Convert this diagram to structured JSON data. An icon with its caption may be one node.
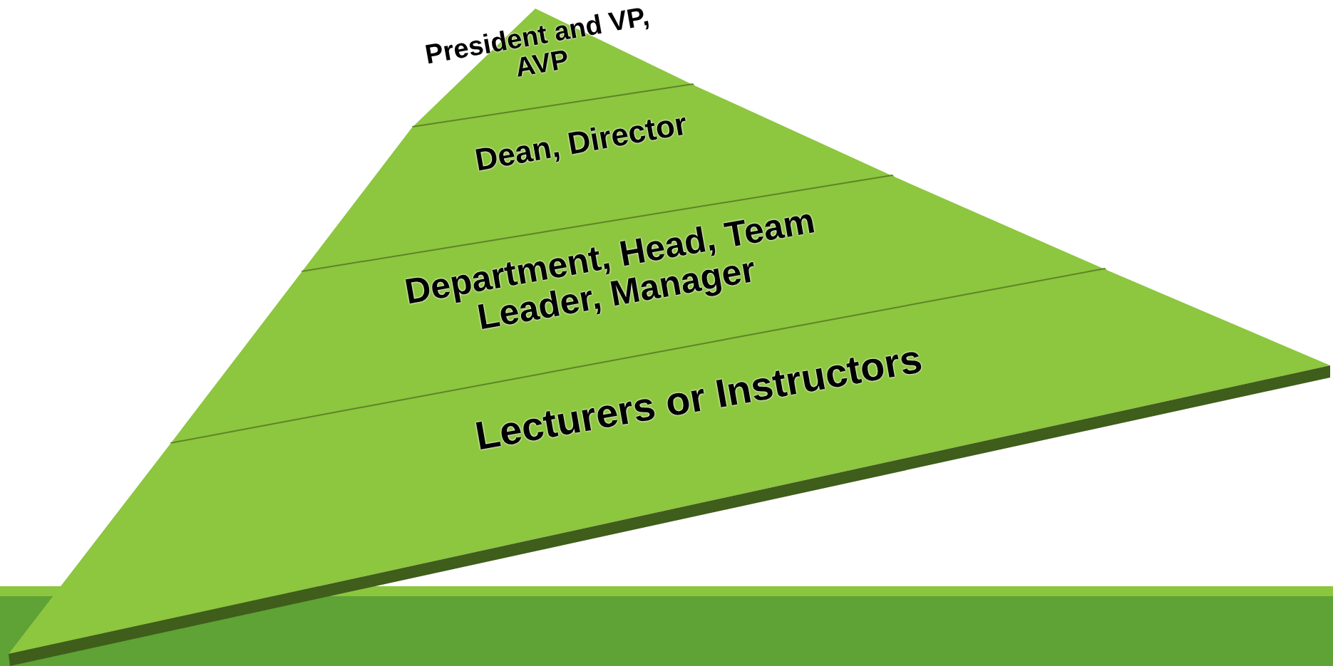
{
  "diagram": {
    "nodes": [
      {
        "text": [
          "President and VP, AVP"
        ]
      },
      {
        "text": [
          "Dean, Director"
        ]
      },
      {
        "text": [
          "Department, Head, Team Leader, Manager"
        ]
      },
      {
        "text": [
          "Lecturers or Instructors"
        ]
      }
    ]
  }
}
